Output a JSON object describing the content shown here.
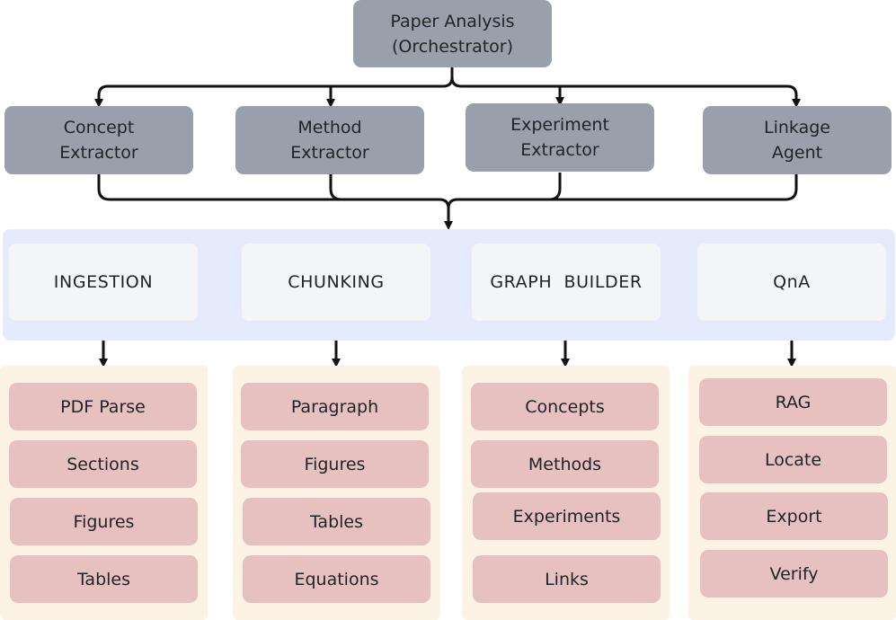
{
  "orchestrator": {
    "label": "Paper Analysis\n(Orchestrator)"
  },
  "agents": [
    {
      "label": "Concept\nExtractor"
    },
    {
      "label": "Method\nExtractor"
    },
    {
      "label": "Experiment\nExtractor"
    },
    {
      "label": "Linkage\nAgent"
    }
  ],
  "stages": [
    {
      "label": "INGESTION",
      "items": [
        "PDF Parse",
        "Sections",
        "Figures",
        "Tables"
      ]
    },
    {
      "label": "CHUNKING",
      "items": [
        "Paragraph",
        "Figures",
        "Tables",
        "Equations"
      ]
    },
    {
      "label": "GRAPH  BUILDER",
      "items": [
        "Concepts",
        "Methods",
        "Experiments",
        "Links"
      ]
    },
    {
      "label": "QnA",
      "items": [
        "RAG",
        "Locate",
        "Export",
        "Verify"
      ]
    }
  ],
  "colors": {
    "agent_box": "#9aa0ab",
    "stage_band": "#e4ebfb",
    "stage_box": "#f4f5f7",
    "item_panel": "#fdf3e4",
    "item_box": "#e6c1bf",
    "connector": "#111111"
  }
}
